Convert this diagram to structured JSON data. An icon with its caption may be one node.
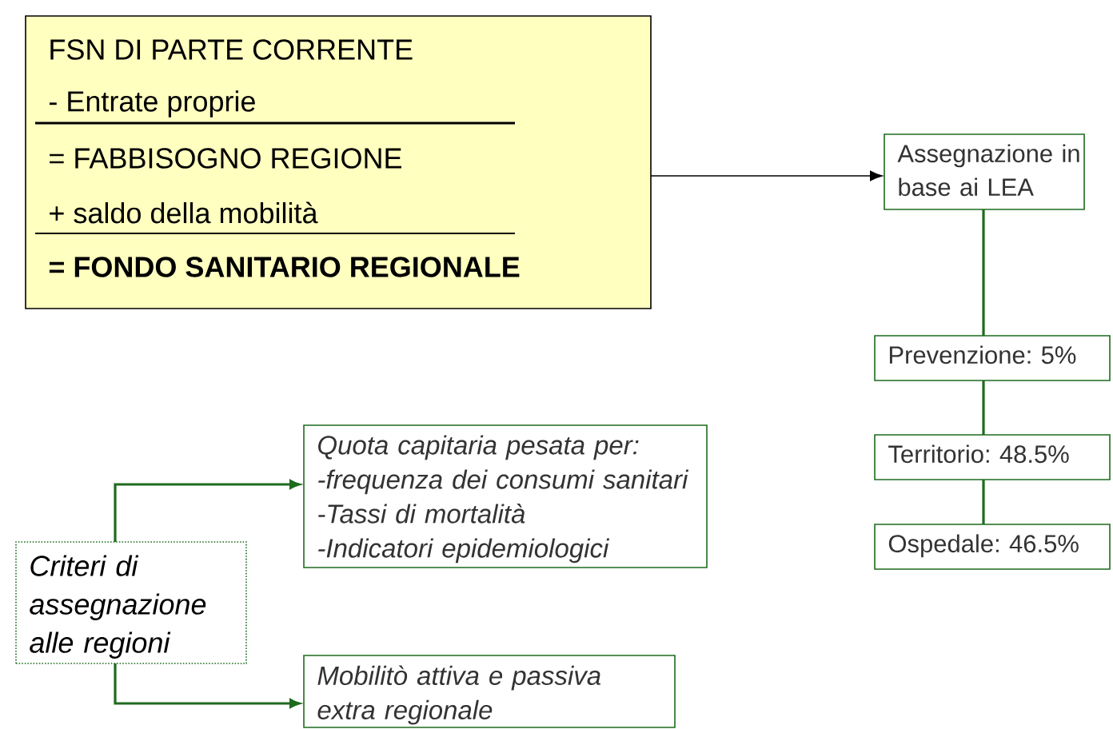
{
  "diagram": {
    "nodes": [
      {
        "text": [
          "FSN DI PARTE CORRENTE",
          "- Entrate proprie",
          "= FABBISOGNO REGIONE",
          "+ saldo della mobilità",
          "= FONDO SANITARIO REGIONALE"
        ]
      },
      {
        "text": [
          "Assegnazione in base ai LEA"
        ]
      },
      {
        "text": [
          "Prevenzione: 5%"
        ]
      },
      {
        "text": [
          "Territorio: 48.5%"
        ]
      },
      {
        "text": [
          "Ospedale: 46.5%"
        ]
      },
      {
        "text": [
          "Quota capitaria pesata per:",
          "-frequenza dei consumi sanitari",
          "-Tassi di mortalità",
          "-Indicatori epidemiologici"
        ]
      },
      {
        "text": [
          "Criteri di assegnazione alle regioni"
        ]
      },
      {
        "text": [
          "Mobilitò attiva e passiva extra regionale"
        ]
      }
    ],
    "edges": [
      {
        "from": 0,
        "to": 1,
        "arrow": "to",
        "color": "#000000"
      },
      {
        "from": 1,
        "to": 2,
        "arrow": "none"
      },
      {
        "from": 2,
        "to": 3,
        "arrow": "none"
      },
      {
        "from": 3,
        "to": 4,
        "arrow": "none"
      },
      {
        "from": 6,
        "to": 5,
        "arrow": "to"
      },
      {
        "from": 6,
        "to": 7,
        "arrow": "to"
      }
    ]
  }
}
